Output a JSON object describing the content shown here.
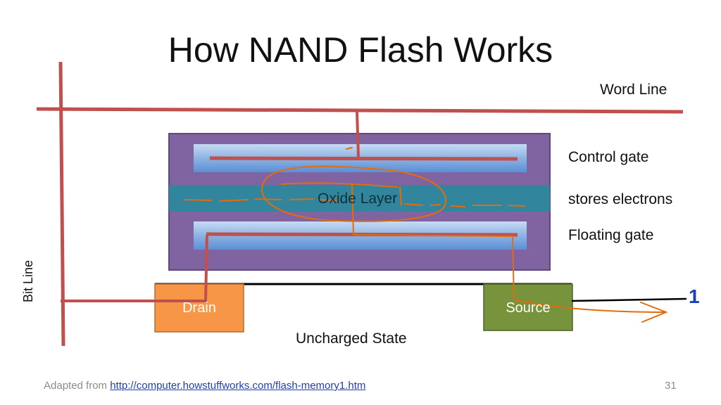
{
  "title": "How NAND Flash Works",
  "labels": {
    "word_line": "Word Line",
    "control_gate": "Control gate",
    "stores_electrons": "stores electrons",
    "floating_gate": "Floating gate",
    "oxide_layer": "Oxide Layer",
    "drain": "Drain",
    "source": "Source",
    "state": "Uncharged State",
    "bit_line": "Bit Line",
    "output": "1"
  },
  "footer": {
    "prefix": "Adapted from ",
    "link": "http://computer.howstuffworks.com/flash-memory1.htm",
    "page_number": "31"
  },
  "colors": {
    "wire": "#c0504d",
    "cell_body": "#8064a2",
    "oxide": "#31859c",
    "gate": "#8db3e2",
    "drain": "#f79646",
    "source": "#77933c",
    "annotation": "#e46c0a",
    "output": "#1a3fb8"
  }
}
